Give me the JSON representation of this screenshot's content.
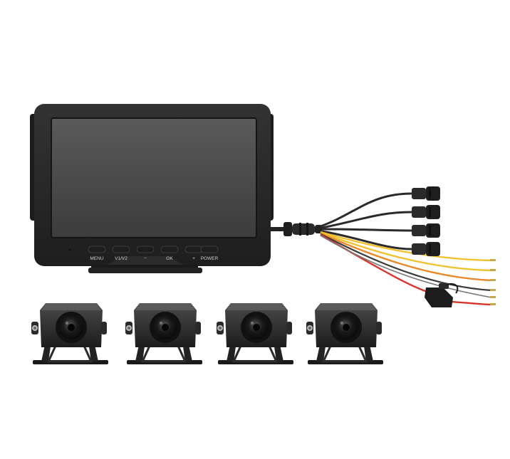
{
  "monitor": {
    "buttons": [
      {
        "label": "MENU"
      },
      {
        "label": "V1/V2"
      },
      {
        "label": "−"
      },
      {
        "label": "OK"
      },
      {
        "label": "+"
      },
      {
        "label": "POWER"
      }
    ]
  },
  "colors": {
    "background": "#ffffff",
    "body": "#2a2a2a",
    "screen": "#4a4a4a",
    "wire_yellow": "#f2c12e",
    "wire_red": "#d8352b",
    "wire_orange": "#e88a2a"
  },
  "camera_count": 4
}
